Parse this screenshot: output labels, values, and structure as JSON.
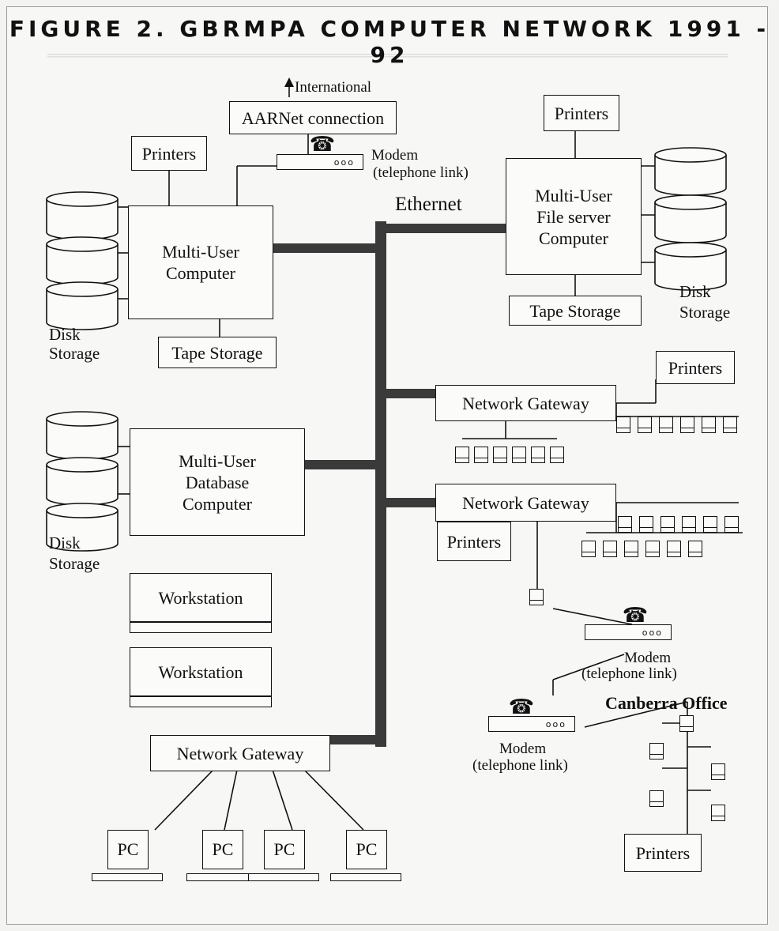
{
  "title": "FIGURE 2. GBRMPA COMPUTER NETWORK 1991 - 92",
  "labels": {
    "international": "International",
    "aarnet": "AARNet connection",
    "printers": "Printers",
    "modem": "Modem",
    "telephone_link": "(telephone link)",
    "ethernet": "Ethernet",
    "multi_user_computer": "Multi-User Computer",
    "multi_user_file_server": "Multi-User File server Computer",
    "multi_user_database": "Multi-User Database Computer",
    "tape_storage": "Tape Storage",
    "disk": "Disk",
    "storage": "Storage",
    "network_gateway": "Network Gateway",
    "workstation": "Workstation",
    "pc": "PC",
    "canberra_office": "Canberra Office"
  },
  "modem_lights": "ooo",
  "icons": {
    "phone": "telephone-icon",
    "terminal": "computer-terminal-icon",
    "disk": "disk-cylinder-icon",
    "arrow": "arrow-up-icon"
  },
  "colors": {
    "line": "#111111",
    "ethernet": "#3a3a3a",
    "paper": "#f7f7f5"
  }
}
